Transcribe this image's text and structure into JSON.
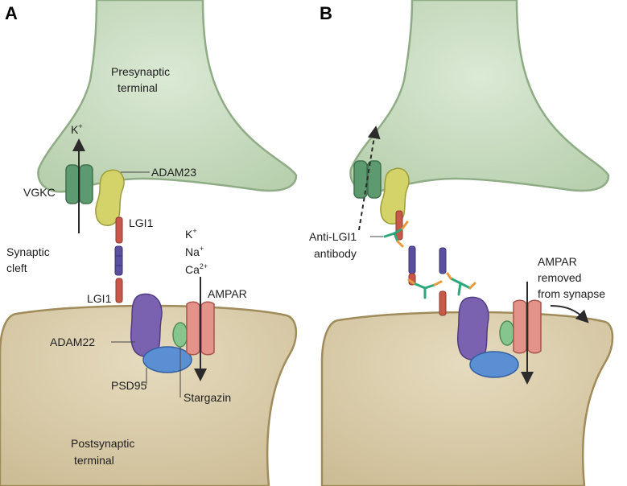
{
  "panels": {
    "a": {
      "letter": "A",
      "presynaptic_line1": "Presynaptic",
      "presynaptic_line2": "terminal",
      "k_ion": "K",
      "vgkc": "VGKC",
      "adam23": "ADAM23",
      "lgi1_top": "LGI1",
      "synaptic_line1": "Synaptic",
      "synaptic_line2": "cleft",
      "lgi1_bottom": "LGI1",
      "ion_k": "K",
      "ion_na": "Na",
      "ion_ca": "Ca",
      "ca_charge": "2+",
      "ampar": "AMPAR",
      "adam22": "ADAM22",
      "psd95": "PSD95",
      "stargazin": "Stargazin",
      "postsynaptic_line1": "Postsynaptic",
      "postsynaptic_line2": "terminal",
      "plus": "+"
    },
    "b": {
      "letter": "B",
      "antibody_line1": "Anti-LGI1",
      "antibody_line2": "antibody",
      "removed_line1": "AMPAR",
      "removed_line2": "removed",
      "removed_line3": "from synapse"
    }
  },
  "colors": {
    "presynaptic_fill": "#c9dcc2",
    "presynaptic_stroke": "#8fac86",
    "postsynaptic_fill": "#d9cba8",
    "postsynaptic_stroke": "#a08b5a",
    "vgkc": "#5d9a70",
    "adam23": "#d3d36a",
    "lgi1_red": "#c8594a",
    "lgi1_purple": "#5a50a0",
    "adam22": "#7a62b0",
    "ampar": "#e3938a",
    "stargazin": "#86c58e",
    "psd95": "#5b8fd4",
    "antibody": "#2ea77a",
    "antibody_tip": "#e89a3c"
  }
}
